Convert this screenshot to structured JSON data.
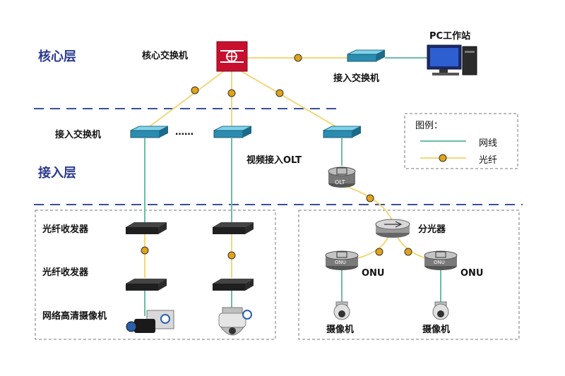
{
  "layers": {
    "core": "核心层",
    "access": "接入层"
  },
  "labels": {
    "core_switch": "核心交换机",
    "pc": "PC工作站",
    "access_switch_top": "接入交换机",
    "access_switch_left": "接入交换机",
    "ellipsis": "……",
    "video_olt": "视频接入OLT",
    "olt_badge": "OLT",
    "transceiver_1": "光纤收发器",
    "transceiver_2": "光纤收发器",
    "hd_camera": "网络高清摄像机",
    "splitter": "分光器",
    "onu_1": "ONU",
    "onu_2": "ONU",
    "onu_badge_1": "ONU",
    "onu_badge_2": "ONU",
    "camera_1": "摄像机",
    "camera_2": "摄像机"
  },
  "legend": {
    "title": "图例：",
    "cable": "网线",
    "fiber": "光纤"
  },
  "colors": {
    "cable": "#6cbba8",
    "fiber": "#f2d77a",
    "dashed_line": "#3a4f9e",
    "layer_text": "#2b3a8f",
    "core_switch": "#c8102e"
  }
}
